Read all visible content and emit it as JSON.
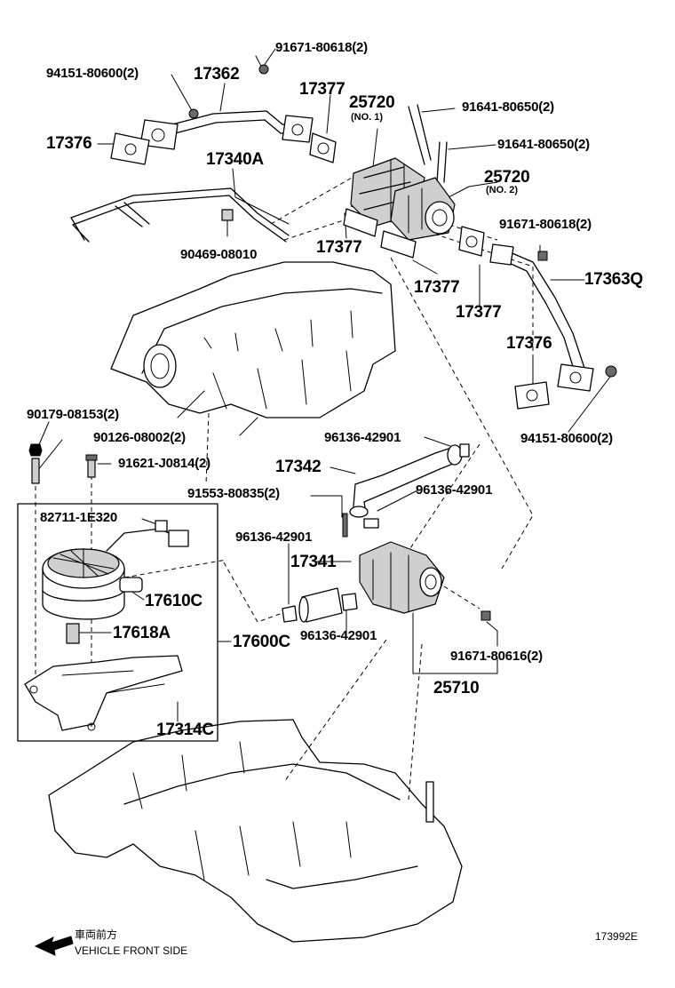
{
  "labels": {
    "p91671_80618_top": "91671-80618(2)",
    "p94151_80600_top": "94151-80600(2)",
    "p17362": "17362",
    "p17377_a": "17377",
    "p25720_no1": "25720",
    "p25720_no1_sub": "(NO. 1)",
    "p91641_80650_a": "91641-80650(2)",
    "p91641_80650_b": "91641-80650(2)",
    "p17376_a": "17376",
    "p17340a": "17340A",
    "p25720_no2": "25720",
    "p25720_no2_sub": "(NO. 2)",
    "p91671_80618_right": "91671-80618(2)",
    "p17377_b": "17377",
    "p90469_08010": "90469-08010",
    "p17363q": "17363Q",
    "p17377_c": "17377",
    "p17377_d": "17377",
    "p17376_b": "17376",
    "p90179_08153": "90179-08153(2)",
    "p90126_08002": "90126-08002(2)",
    "p96136_42901_a": "96136-42901",
    "p94151_80600_right": "94151-80600(2)",
    "p91621_j0814": "91621-J0814(2)",
    "p17342": "17342",
    "p91553_80835": "91553-80835(2)",
    "p96136_42901_b": "96136-42901",
    "p82711_1e320": "82711-1E320",
    "p96136_42901_c": "96136-42901",
    "p17341": "17341",
    "p17610c": "17610C",
    "p17618a": "17618A",
    "p96136_42901_d": "96136-42901",
    "p17600c": "17600C",
    "p91671_80616": "91671-80616(2)",
    "p25710": "25710",
    "p17314c": "17314C"
  },
  "footer": {
    "direction_jp": "車両前方",
    "direction_en": "VEHICLE FRONT SIDE",
    "diagram_code": "173992E"
  },
  "icons": {
    "front_arrow": "arrow-left-icon"
  }
}
